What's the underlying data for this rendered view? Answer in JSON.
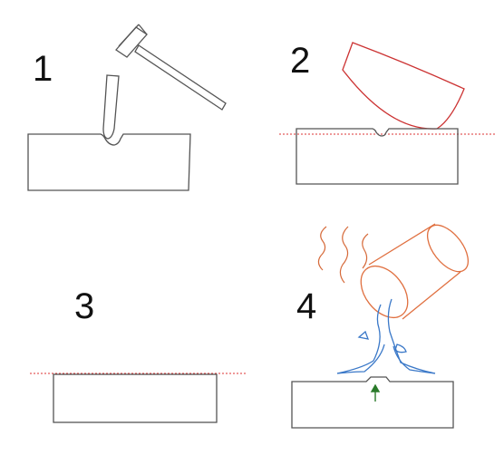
{
  "steps": [
    {
      "number": "1"
    },
    {
      "number": "2"
    },
    {
      "number": "3"
    },
    {
      "number": "4"
    }
  ],
  "colors": {
    "outline": "#555555",
    "blade": "#cc3333",
    "reference_line": "#dd3333",
    "cup": "#e07040",
    "liquid": "#3a78c8",
    "steam": "#d66a3a",
    "arrow": "#2a7a2a"
  },
  "icons": {
    "panel1": [
      "hammer-icon",
      "punch-tool-icon",
      "dented-block-icon"
    ],
    "panel2": [
      "scraper-blade-icon",
      "dented-block-icon"
    ],
    "panel3": [
      "flat-block-icon"
    ],
    "panel4": [
      "steam-icon",
      "pouring-cup-icon",
      "liquid-stream-icon",
      "raised-bump-block-icon",
      "up-arrow-icon"
    ]
  }
}
